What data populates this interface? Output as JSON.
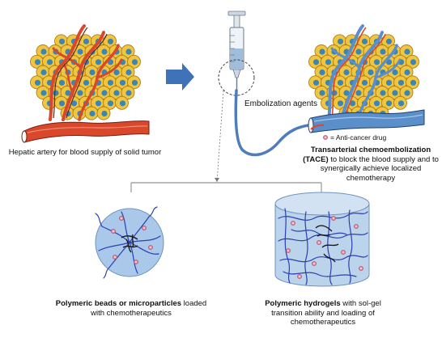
{
  "labels": {
    "hepatic_artery": "Hepatic artery for blood supply of solid tumor",
    "embolization_agents": "Embolization agents",
    "anti_cancer_drug": "= Anti-cancer drug",
    "tace_bold": "Transarterial chemoembolization (TACE)",
    "tace_rest": "to block the blood supply and to synergically achieve localized chemotherapy",
    "beads_bold": "Polymeric beads or microparticles",
    "beads_rest": "loaded with chemotherapeutics",
    "hydrogels_bold": "Polymeric hydrogels",
    "hydrogels_rest": "with sol-gel transition ability and loading of chemotherapeutics"
  },
  "colors": {
    "cell_fill": "#f0c640",
    "cell_outline": "#b07d14",
    "nucleus": "#3b86b7",
    "vessel_red": "#d9482b",
    "vessel_blue": "#5b8fc9",
    "arrow": "#3f73b8",
    "bead_fill": "#a9c8ea",
    "hydrogel_fill": "#bcd3ec",
    "polymer_chain": "#2c3fb0",
    "drug_pink": "#e58aa2"
  }
}
